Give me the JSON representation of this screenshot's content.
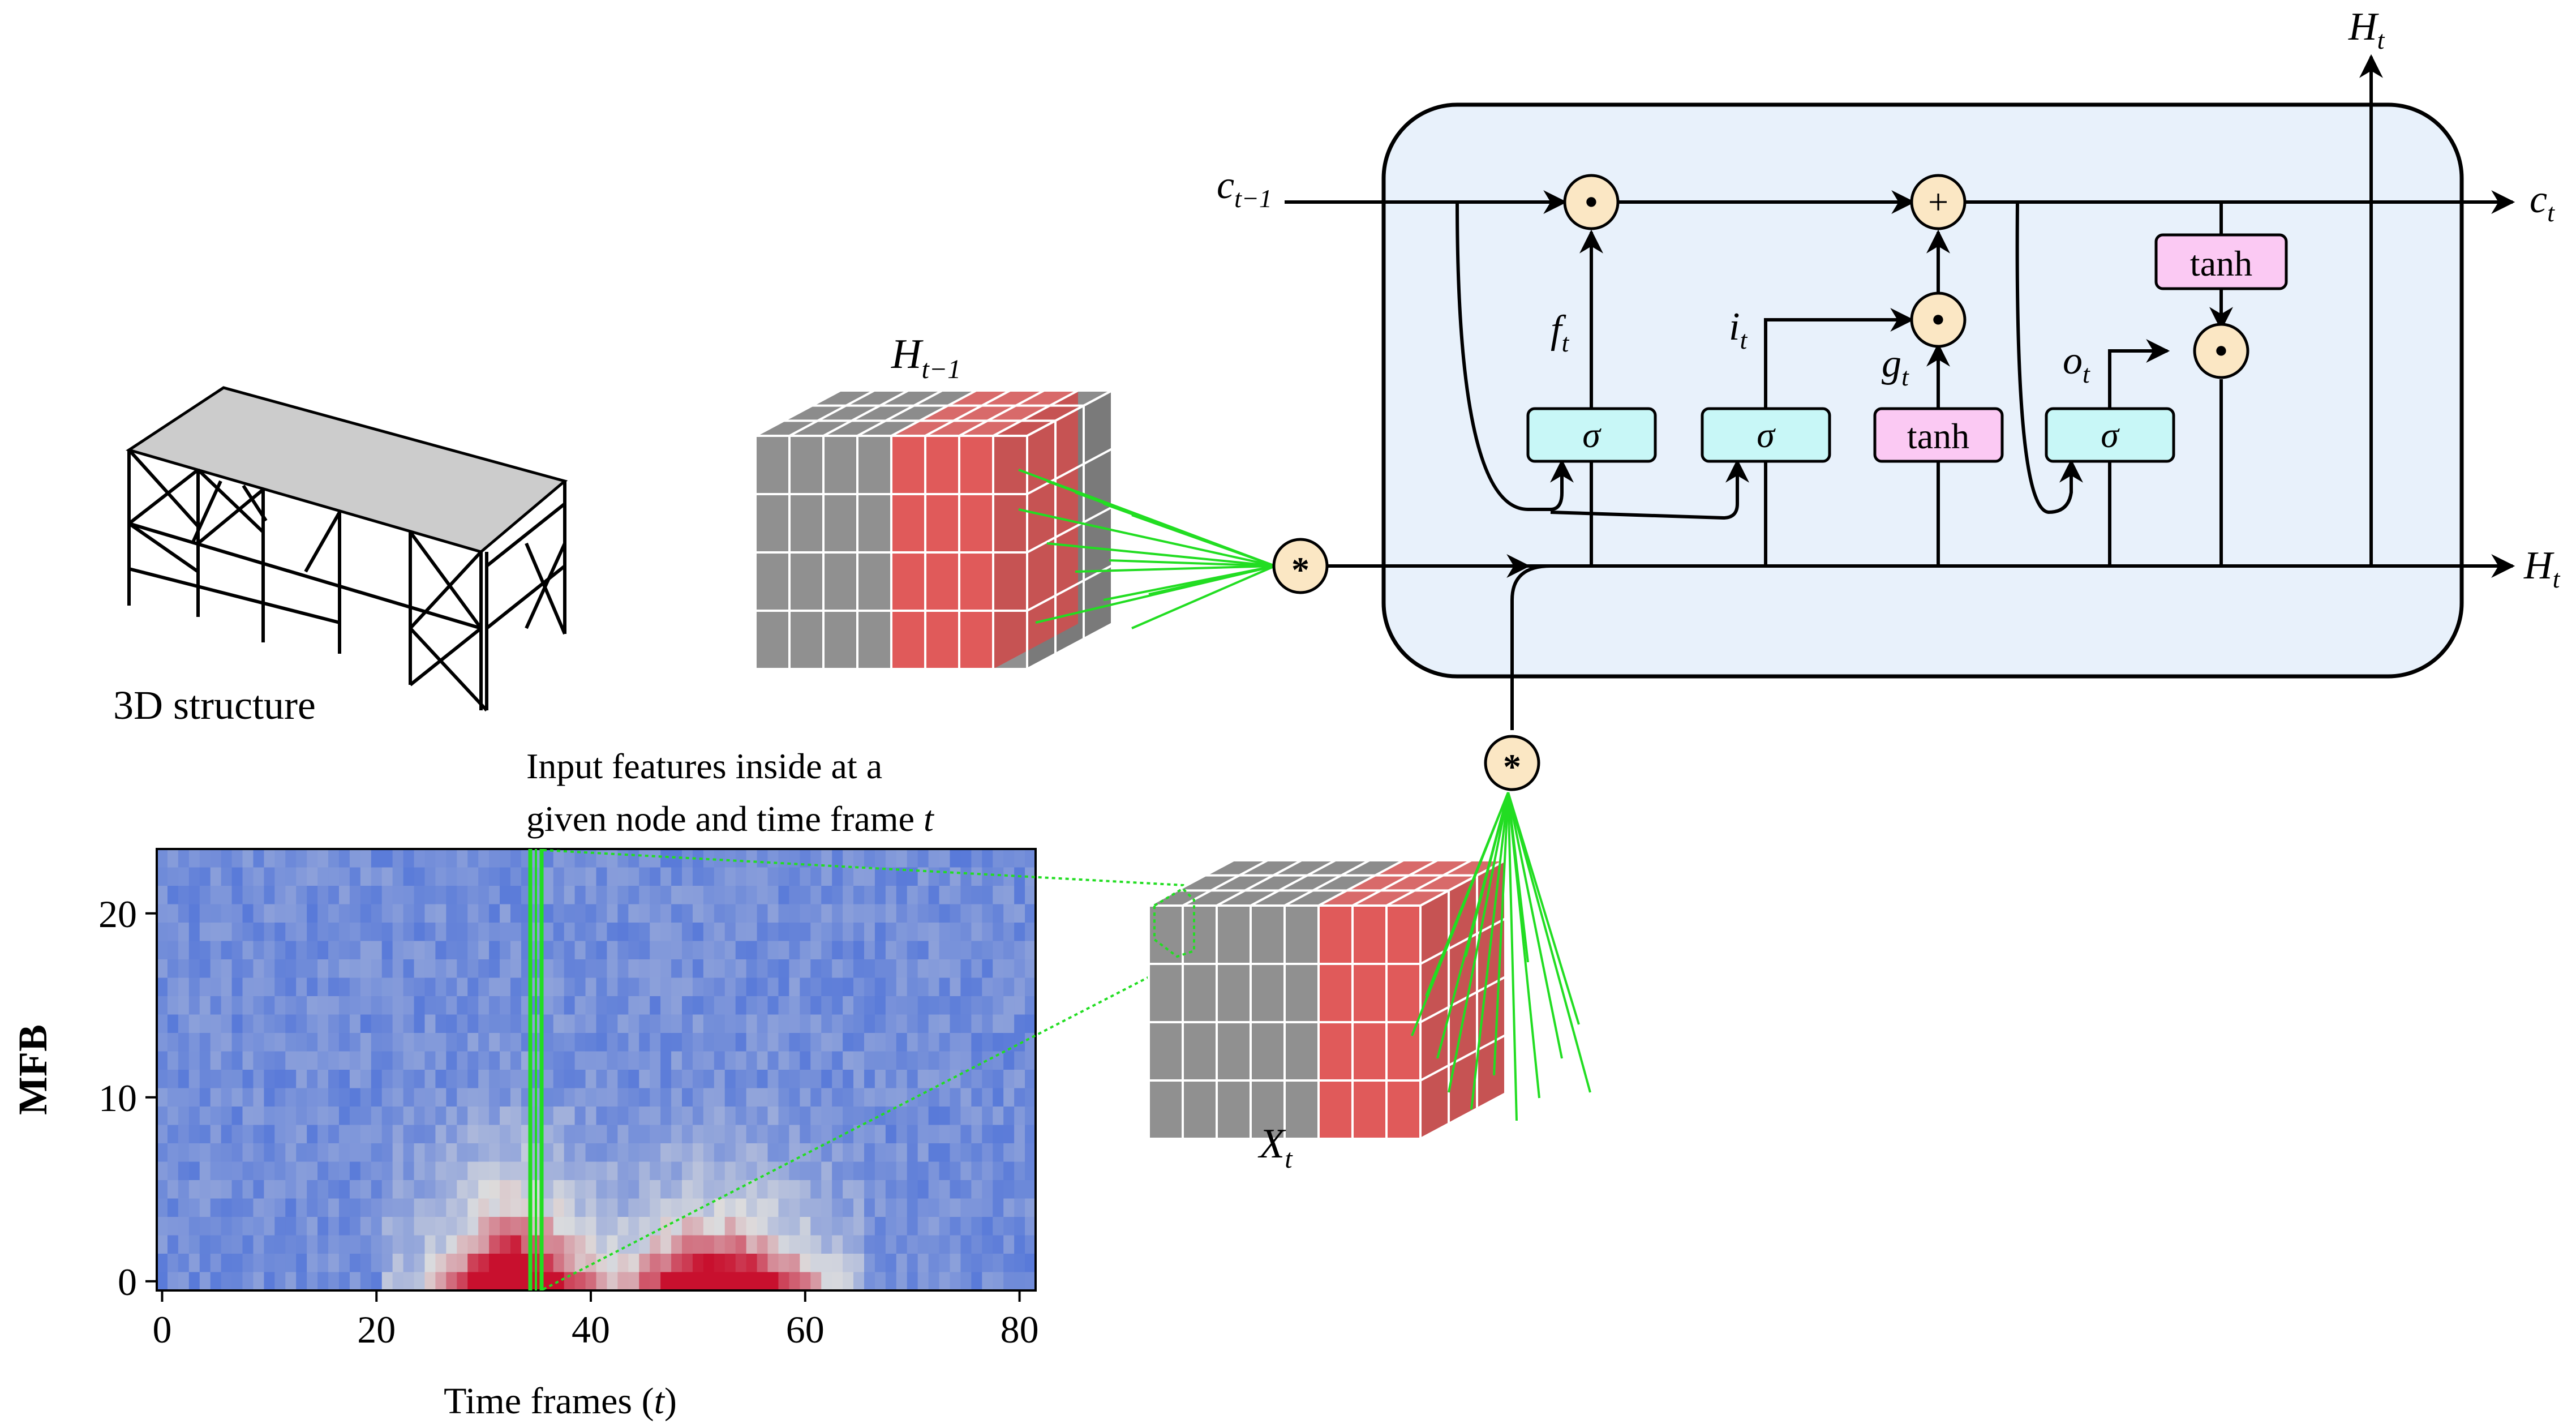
{
  "structure": {
    "caption": "3D structure"
  },
  "annotation": {
    "line1": "Input features inside at a",
    "line2": "given node and time frame ",
    "line2_var": "t"
  },
  "heatmap": {
    "xlabel": "Time frames (",
    "xlabel_var": "t",
    "xlabel_close": ")",
    "ylabel": "MFB",
    "xticks": [
      "0",
      "20",
      "40",
      "60",
      "80"
    ],
    "yticks": [
      "0",
      "10",
      "20"
    ]
  },
  "tensors": {
    "hidden": {
      "base": "H",
      "sub": "t−1"
    },
    "input": {
      "base": "X",
      "sub": "t"
    }
  },
  "ops": {
    "conv": "*",
    "mult": "•",
    "add": "+"
  },
  "cell": {
    "inputs": {
      "c_prev_base": "c",
      "c_prev_sub": "t−1"
    },
    "outputs": {
      "c_base": "c",
      "c_sub": "t",
      "h_base": "H",
      "h_sub": "t",
      "h_top_base": "H",
      "h_top_sub": "t"
    },
    "gates": {
      "forget_label": "σ",
      "input_label": "σ",
      "candidate_label": "tanh",
      "output_label": "σ",
      "state_tanh_label": "tanh"
    },
    "signals": {
      "f_base": "f",
      "f_sub": "t",
      "i_base": "i",
      "i_sub": "t",
      "g_base": "g",
      "g_sub": "t",
      "o_base": "o",
      "o_sub": "t"
    },
    "colors": {
      "cell_bg": "#e8f1fb",
      "sigma_fill": "#c8f7f7",
      "tanh_fill": "#fbc9f3",
      "op_fill": "#fbe7c4",
      "highlight_green": "#22dd22",
      "kernel_red": "#e05a5a"
    }
  },
  "heatmap_scale": {
    "cold": "#4a6fd8",
    "neutral": "#dddddd",
    "hot": "#c8102e"
  }
}
